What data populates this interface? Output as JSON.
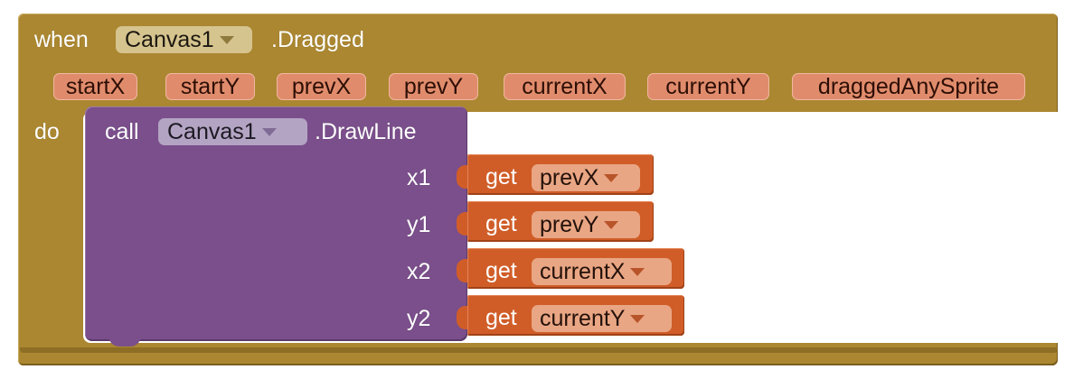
{
  "event": {
    "when": "when",
    "component": "Canvas1",
    "event_name": ".Dragged",
    "params": [
      "startX",
      "startY",
      "prevX",
      "prevY",
      "currentX",
      "currentY",
      "draggedAnySprite"
    ],
    "do": "do",
    "color": "#ab8731"
  },
  "call": {
    "keyword": "call",
    "component": "Canvas1",
    "method": ".DrawLine",
    "color": "#7a4f8b",
    "args": [
      {
        "label": "x1",
        "get": "get",
        "var": "prevX"
      },
      {
        "label": "y1",
        "get": "get",
        "var": "prevY"
      },
      {
        "label": "x2",
        "get": "get",
        "var": "currentX"
      },
      {
        "label": "y2",
        "get": "get",
        "var": "currentY"
      }
    ]
  },
  "icons": {
    "dropdown": "chevron-down-icon"
  }
}
